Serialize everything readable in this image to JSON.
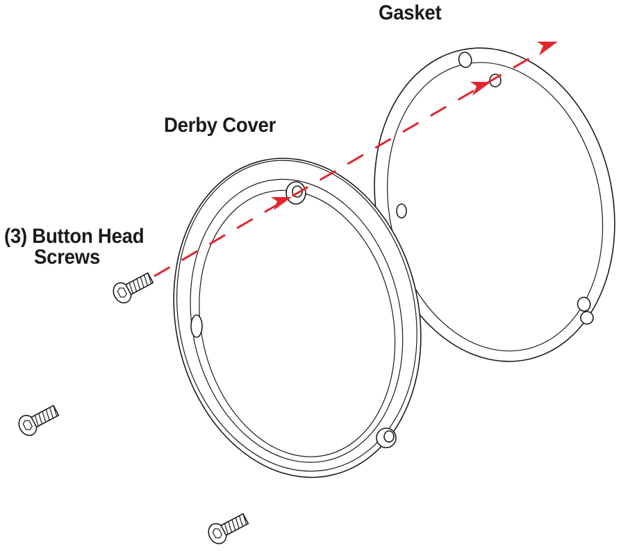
{
  "labels": {
    "gasket": "Gasket",
    "derby_cover": "Derby Cover",
    "screws_line1": "(3) Button Head",
    "screws_line2": "Screws"
  },
  "colors": {
    "arrow": "#e1262d",
    "ink": "#1a1a1a",
    "background": "#ffffff"
  },
  "parts": [
    "gasket",
    "derby-cover",
    "button-head-screw",
    "button-head-screw",
    "button-head-screw"
  ]
}
